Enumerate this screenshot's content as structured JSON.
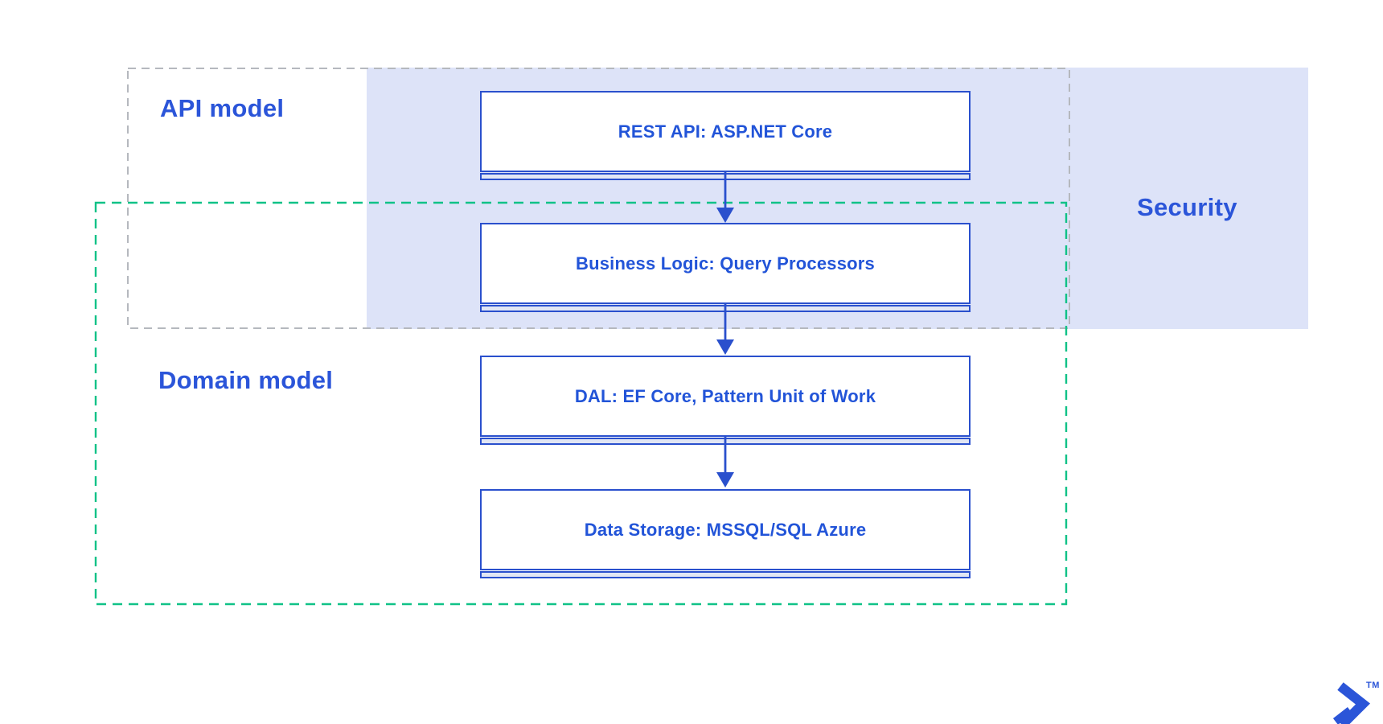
{
  "diagram": {
    "regions": {
      "api_model_label": "API model",
      "domain_model_label": "Domain model",
      "security_label": "Security"
    },
    "layers": [
      {
        "label": "REST API: ASP.NET Core"
      },
      {
        "label": "Business Logic: Query Processors"
      },
      {
        "label": "DAL: EF Core, Pattern Unit of Work"
      },
      {
        "label": "Data Storage: MSSQL/SQL Azure"
      }
    ],
    "logo": {
      "icon": "toptal-logo",
      "trademark": "TM"
    },
    "colors": {
      "background": "#ffffff",
      "box_border_blue": "#2a50cd",
      "box_text_blue": "#2254d8",
      "region_label_blue": "#2b55d9",
      "security_fill": "#dde3f8",
      "box_strip_fill": "#e1e6f4",
      "api_boundary_dash_gray": "#b5b8be",
      "domain_boundary_dash_green": "#10c287",
      "logo_blue": "#2b55d8"
    }
  }
}
